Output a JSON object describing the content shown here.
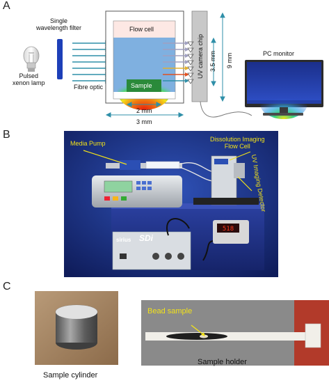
{
  "panels": {
    "a": "A",
    "b": "B",
    "c": "C"
  },
  "panel_a": {
    "filter_label": "Single\nwavelength filter",
    "lamp_label": "Pulsed\nxenon lamp",
    "optic_label": "Fibre optic",
    "flow_cell_label": "Flow cell",
    "sample_label": "Sample",
    "dim_2mm": "2 mm",
    "dim_3mm": "3 mm",
    "camera_label": "UV camera chip",
    "dim_35mm": "3.5 mm",
    "dim_9mm": "9 mm",
    "monitor_label": "PC monitor"
  },
  "panel_b": {
    "media_pump": "Media Pump",
    "dissolution_label": "Dissolution Imaging\nFlow Cell",
    "uv_detector": "UV Imaging Detector",
    "brand": "SDi",
    "brand2": "sirius"
  },
  "panel_c": {
    "bead_sample": "Bead sample",
    "cylinder_caption": "Sample cylinder",
    "holder_caption": "Sample holder"
  },
  "colors": {
    "arrow": "#2f8fa8",
    "filter": "#1d3fb8",
    "flow_cell_bg": "#7fb0e0",
    "flow_cell_top": "#fde8e4",
    "label_yellow": "#f2e21a"
  }
}
